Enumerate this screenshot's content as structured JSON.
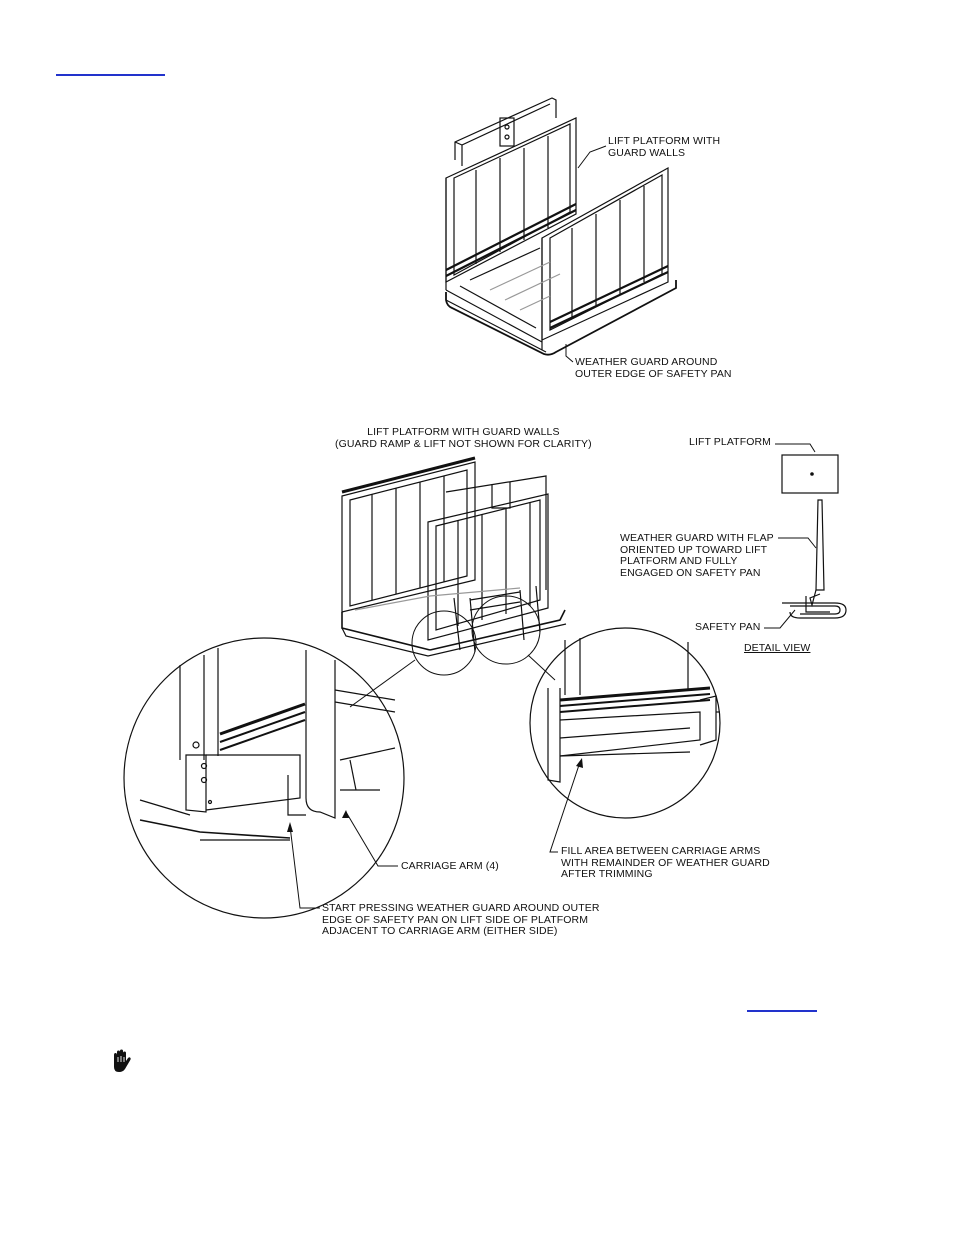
{
  "figure_top": {
    "label_lift_platform": "LIFT PLATFORM WITH\nGUARD WALLS",
    "label_weather_guard": "WEATHER GUARD AROUND\nOUTER EDGE OF SAFETY PAN"
  },
  "figure_bottom": {
    "title": "LIFT PLATFORM WITH GUARD WALLS\n(GUARD RAMP & LIFT NOT SHOWN FOR CLARITY)",
    "label_carriage_arm": "CARRIAGE ARM (4)",
    "label_start_pressing": "START PRESSING WEATHER GUARD AROUND OUTER\nEDGE OF SAFETY PAN ON LIFT SIDE OF PLATFORM\nADJACENT TO CARRIAGE ARM (EITHER SIDE)",
    "label_fill_area": "FILL AREA BETWEEN CARRIAGE ARMS\nWITH REMAINDER OF WEATHER GUARD\nAFTER TRIMMING"
  },
  "detail_view": {
    "label_lift_platform": "LIFT PLATFORM",
    "label_weather_guard_flap": "WEATHER GUARD WITH FLAP\nORIENTED UP TOWARD LIFT\nPLATFORM AND FULLY\nENGAGED ON SAFETY PAN",
    "label_safety_pan": "SAFETY PAN",
    "caption": "DETAIL VIEW"
  },
  "icons": {
    "caution": "hand-stop-icon"
  },
  "colors": {
    "link": "#2233cc",
    "ink": "#111111"
  }
}
